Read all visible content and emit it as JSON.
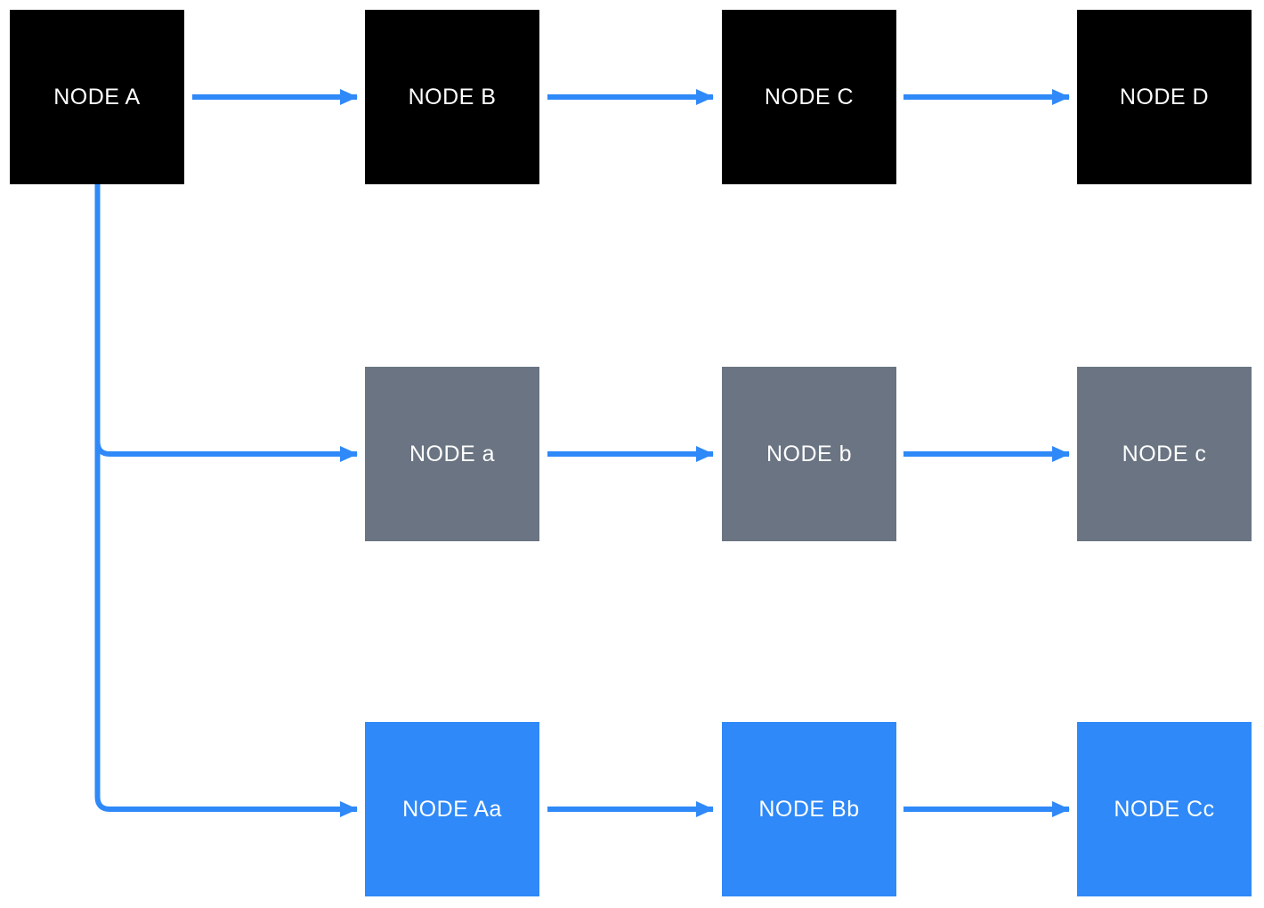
{
  "diagram": {
    "background_color": "#ffffff",
    "node_text_color": "#ffffff",
    "arrow_color": "#2F89F8",
    "node_colors": {
      "black": "#000000",
      "gray": "#6A7482",
      "blue": "#2F89F8"
    },
    "nodes": [
      {
        "id": "A",
        "label": "NODE A",
        "color": "black",
        "row": 1,
        "col": 1
      },
      {
        "id": "B",
        "label": "NODE B",
        "color": "black",
        "row": 1,
        "col": 2
      },
      {
        "id": "C",
        "label": "NODE C",
        "color": "black",
        "row": 1,
        "col": 3
      },
      {
        "id": "D",
        "label": "NODE D",
        "color": "black",
        "row": 1,
        "col": 4
      },
      {
        "id": "a",
        "label": "NODE a",
        "color": "gray",
        "row": 2,
        "col": 2
      },
      {
        "id": "b",
        "label": "NODE b",
        "color": "gray",
        "row": 2,
        "col": 3
      },
      {
        "id": "c",
        "label": "NODE c",
        "color": "gray",
        "row": 2,
        "col": 4
      },
      {
        "id": "Aa",
        "label": "NODE Aa",
        "color": "blue",
        "row": 3,
        "col": 2
      },
      {
        "id": "Bb",
        "label": "NODE Bb",
        "color": "blue",
        "row": 3,
        "col": 3
      },
      {
        "id": "Cc",
        "label": "NODE Cc",
        "color": "blue",
        "row": 3,
        "col": 4
      }
    ],
    "edges": [
      {
        "from": "A",
        "to": "B"
      },
      {
        "from": "B",
        "to": "C"
      },
      {
        "from": "C",
        "to": "D"
      },
      {
        "from": "A",
        "to": "a"
      },
      {
        "from": "a",
        "to": "b"
      },
      {
        "from": "b",
        "to": "c"
      },
      {
        "from": "A",
        "to": "Aa"
      },
      {
        "from": "Aa",
        "to": "Bb"
      },
      {
        "from": "Bb",
        "to": "Cc"
      }
    ]
  }
}
